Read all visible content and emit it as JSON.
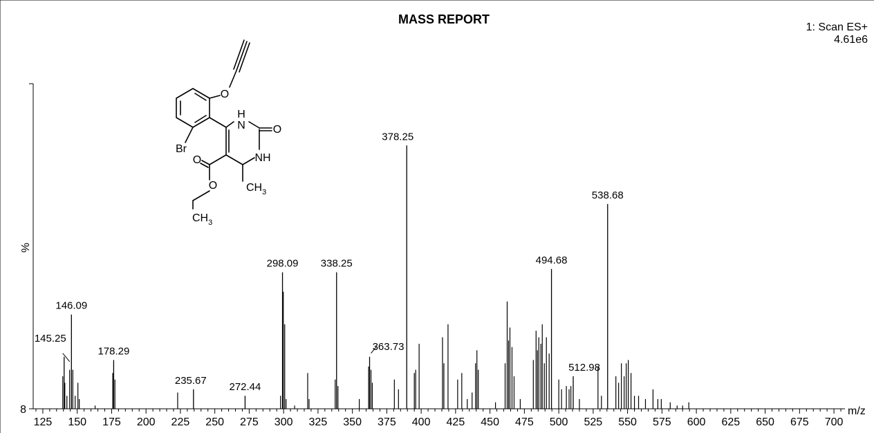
{
  "chart_data": {
    "type": "bar",
    "title": "MASS REPORT",
    "scan_label": "1: Scan ES+",
    "intensity_label": "4.61e6",
    "xlabel": "m/z",
    "ylabel": "%",
    "y_baseline_label": "8",
    "xlim": [
      118,
      708
    ],
    "ylim": [
      0,
      100
    ],
    "x_ticks": [
      125,
      150,
      175,
      200,
      225,
      250,
      275,
      300,
      325,
      350,
      375,
      400,
      425,
      450,
      475,
      500,
      525,
      550,
      575,
      600,
      625,
      650,
      675,
      700
    ],
    "labeled_peaks": [
      {
        "x": 140.5,
        "y": 16,
        "label": "145.25"
      },
      {
        "x": 145.8,
        "y": 29,
        "label": "146.09"
      },
      {
        "x": 176.5,
        "y": 15,
        "label": "178.29"
      },
      {
        "x": 234.5,
        "y": 6,
        "label": "235.67"
      },
      {
        "x": 272.0,
        "y": 4,
        "label": "272.44"
      },
      {
        "x": 299.2,
        "y": 42,
        "label": "298.09"
      },
      {
        "x": 338.5,
        "y": 42,
        "label": "338.25"
      },
      {
        "x": 362.5,
        "y": 16,
        "label": "363.73"
      },
      {
        "x": 389.5,
        "y": 81,
        "label": "378.25"
      },
      {
        "x": 494.7,
        "y": 43,
        "label": "494.68"
      },
      {
        "x": 510.5,
        "y": 10,
        "label": "512.98"
      },
      {
        "x": 535.5,
        "y": 63,
        "label": "538.68"
      }
    ],
    "minor_peaks": [
      {
        "x": 139.5,
        "y": 10
      },
      {
        "x": 141.0,
        "y": 8
      },
      {
        "x": 142.5,
        "y": 4
      },
      {
        "x": 144.5,
        "y": 12
      },
      {
        "x": 146.8,
        "y": 12
      },
      {
        "x": 148.5,
        "y": 4
      },
      {
        "x": 150.5,
        "y": 8
      },
      {
        "x": 151.5,
        "y": 3
      },
      {
        "x": 163.0,
        "y": 1
      },
      {
        "x": 175.8,
        "y": 11
      },
      {
        "x": 177.4,
        "y": 9
      },
      {
        "x": 223.0,
        "y": 5
      },
      {
        "x": 297.8,
        "y": 4
      },
      {
        "x": 299.8,
        "y": 36
      },
      {
        "x": 300.8,
        "y": 26
      },
      {
        "x": 301.8,
        "y": 3
      },
      {
        "x": 308.0,
        "y": 1
      },
      {
        "x": 317.5,
        "y": 11
      },
      {
        "x": 318.5,
        "y": 3
      },
      {
        "x": 337.5,
        "y": 9
      },
      {
        "x": 339.5,
        "y": 7
      },
      {
        "x": 355.0,
        "y": 3
      },
      {
        "x": 361.8,
        "y": 13
      },
      {
        "x": 363.5,
        "y": 12
      },
      {
        "x": 364.5,
        "y": 8
      },
      {
        "x": 380.5,
        "y": 9
      },
      {
        "x": 383.5,
        "y": 6
      },
      {
        "x": 395.0,
        "y": 11
      },
      {
        "x": 396.0,
        "y": 12
      },
      {
        "x": 398.5,
        "y": 20
      },
      {
        "x": 415.5,
        "y": 22
      },
      {
        "x": 416.5,
        "y": 14
      },
      {
        "x": 419.5,
        "y": 26
      },
      {
        "x": 426.5,
        "y": 9
      },
      {
        "x": 429.5,
        "y": 11
      },
      {
        "x": 433.5,
        "y": 3
      },
      {
        "x": 437.0,
        "y": 5
      },
      {
        "x": 439.5,
        "y": 14
      },
      {
        "x": 440.5,
        "y": 18
      },
      {
        "x": 441.5,
        "y": 12
      },
      {
        "x": 454.0,
        "y": 2
      },
      {
        "x": 461.0,
        "y": 14
      },
      {
        "x": 462.5,
        "y": 33
      },
      {
        "x": 463.5,
        "y": 21
      },
      {
        "x": 464.5,
        "y": 25
      },
      {
        "x": 466.0,
        "y": 19
      },
      {
        "x": 467.5,
        "y": 10
      },
      {
        "x": 472.0,
        "y": 3
      },
      {
        "x": 481.5,
        "y": 15
      },
      {
        "x": 483.5,
        "y": 24
      },
      {
        "x": 484.5,
        "y": 18
      },
      {
        "x": 485.5,
        "y": 22
      },
      {
        "x": 487.0,
        "y": 20
      },
      {
        "x": 488.0,
        "y": 26
      },
      {
        "x": 489.5,
        "y": 14
      },
      {
        "x": 491.0,
        "y": 22
      },
      {
        "x": 493.0,
        "y": 17
      },
      {
        "x": 500.0,
        "y": 9
      },
      {
        "x": 502.0,
        "y": 6
      },
      {
        "x": 505.5,
        "y": 7
      },
      {
        "x": 507.5,
        "y": 6
      },
      {
        "x": 508.8,
        "y": 7
      },
      {
        "x": 515.0,
        "y": 3
      },
      {
        "x": 528.5,
        "y": 13
      },
      {
        "x": 531.0,
        "y": 4
      },
      {
        "x": 541.5,
        "y": 10
      },
      {
        "x": 543.5,
        "y": 8
      },
      {
        "x": 545.5,
        "y": 14
      },
      {
        "x": 547.5,
        "y": 10
      },
      {
        "x": 549.0,
        "y": 14
      },
      {
        "x": 550.5,
        "y": 15
      },
      {
        "x": 552.5,
        "y": 11
      },
      {
        "x": 555.0,
        "y": 4
      },
      {
        "x": 558.0,
        "y": 4
      },
      {
        "x": 563.0,
        "y": 3
      },
      {
        "x": 568.5,
        "y": 6
      },
      {
        "x": 572.0,
        "y": 3
      },
      {
        "x": 574.5,
        "y": 3
      },
      {
        "x": 581.0,
        "y": 2
      },
      {
        "x": 586.0,
        "y": 1
      },
      {
        "x": 590.0,
        "y": 1
      },
      {
        "x": 594.5,
        "y": 2
      }
    ],
    "grid": false,
    "legend": "none"
  },
  "structure": {
    "atoms": [
      "O",
      "H",
      "N",
      "O",
      "NH",
      "Br",
      "O",
      "O",
      "CH",
      "3",
      "CH",
      "3"
    ]
  }
}
